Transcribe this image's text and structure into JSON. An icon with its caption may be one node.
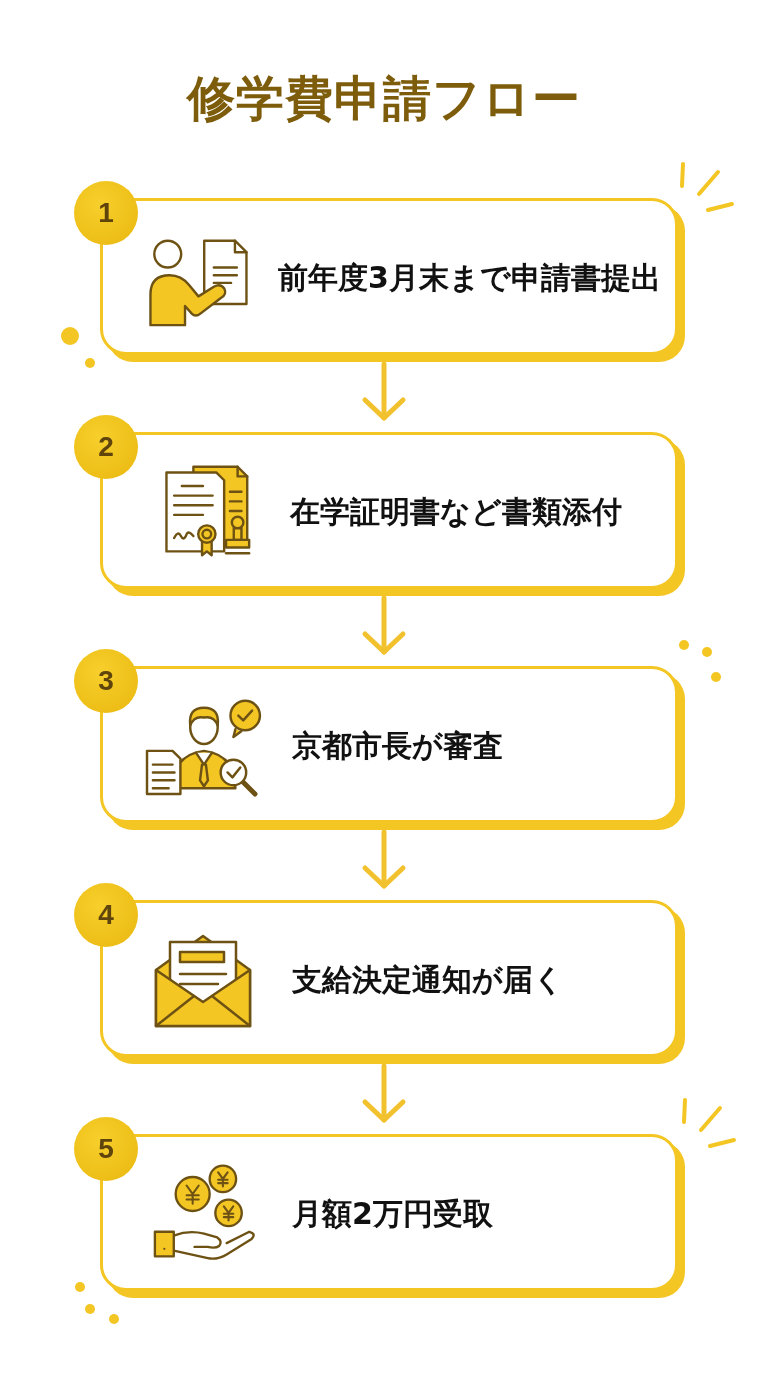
{
  "diagram": {
    "title": "修学費申請フロー",
    "nodes": [
      {
        "text": [
          "1",
          "前年度3月末まで申請書提出"
        ]
      },
      {
        "text": [
          "2",
          "在学証明書など書類添付"
        ]
      },
      {
        "text": [
          "3",
          "京都市長が審査"
        ]
      },
      {
        "text": [
          "4",
          "支給決定通知が届く"
        ]
      },
      {
        "text": [
          "5",
          "月額2万円受取"
        ]
      }
    ],
    "edges": [
      {
        "from": 0,
        "to": 1,
        "arrow": "to"
      },
      {
        "from": 1,
        "to": 2,
        "arrow": "to"
      },
      {
        "from": 2,
        "to": 3,
        "arrow": "to"
      },
      {
        "from": 3,
        "to": 4,
        "arrow": "to"
      }
    ]
  }
}
